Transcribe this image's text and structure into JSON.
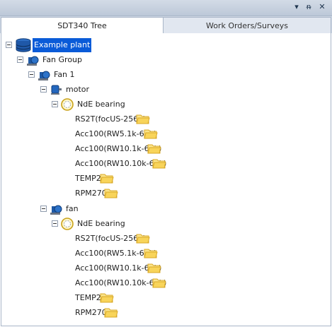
{
  "window": {
    "menu_icon": "▾",
    "pin_icon": "ᵰ",
    "close_icon": "✕"
  },
  "tabs": [
    {
      "label": "SDT340 Tree",
      "active": true
    },
    {
      "label": "Work Orders/Surveys",
      "active": false
    }
  ],
  "tree": {
    "root": "Example plant",
    "group": "Fan Group",
    "machine": "Fan 1",
    "components": [
      {
        "name": "motor",
        "bearing": "NdE bearing",
        "measurements": [
          "RS2T(focUS-256k)",
          "Acc100(RW5.1k-64k)",
          "Acc100(RW10.1k-64k)",
          "Acc100(RW10.10k-64k)",
          "TEMP2",
          "RPM270"
        ]
      },
      {
        "name": "fan",
        "bearing": "NdE bearing",
        "measurements": [
          "RS2T(focUS-256k)",
          "Acc100(RW5.1k-64k)",
          "Acc100(RW10.1k-64k)",
          "Acc100(RW10.10k-64k)",
          "TEMP2",
          "RPM270"
        ]
      }
    ]
  },
  "colors": {
    "selection": "#0a5bd8",
    "folder": "#f5d76e",
    "bearing": "#e8c840",
    "machine": "#1f5aa6"
  }
}
